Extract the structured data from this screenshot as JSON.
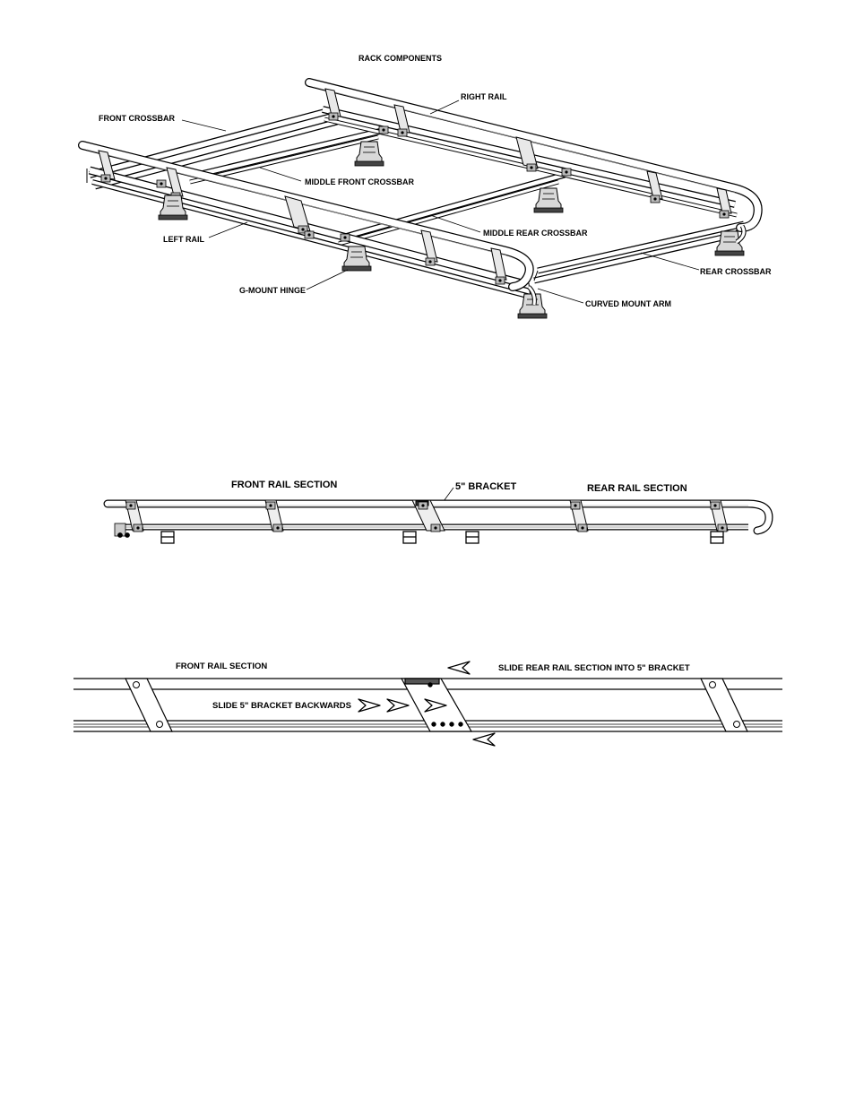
{
  "figure1": {
    "title": "RACK COMPONENTS",
    "labels": {
      "right_rail": "RIGHT RAIL",
      "front_crossbar": "FRONT CROSSBAR",
      "middle_front_crossbar": "MIDDLE FRONT CROSSBAR",
      "middle_rear_crossbar": "MIDDLE REAR CROSSBAR",
      "left_rail": "LEFT RAIL",
      "rear_crossbar": "REAR CROSSBAR",
      "g_mount_hinge": "G-MOUNT HINGE",
      "curved_mount_arm": "CURVED MOUNT ARM"
    }
  },
  "figure2": {
    "front_rail_section": "FRONT RAIL SECTION",
    "bracket": "5\" BRACKET",
    "rear_rail_section": "REAR RAIL SECTION"
  },
  "figure3": {
    "front_rail_section": "FRONT RAIL SECTION",
    "slide_rear": "SLIDE REAR RAIL SECTION INTO 5\" BRACKET",
    "slide_bracket": "SLIDE 5\" BRACKET BACKWARDS"
  }
}
